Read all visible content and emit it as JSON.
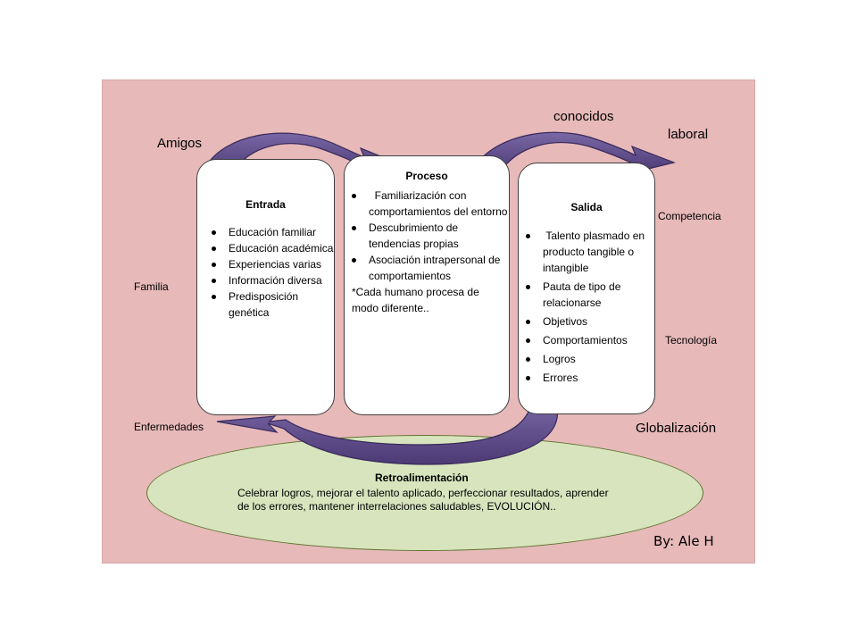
{
  "external_labels": {
    "amigos": "Amigos",
    "conocidos": "conocidos",
    "laboral": "laboral",
    "competencia": "Competencia",
    "familia": "Familia",
    "tecnologia": "Tecnología",
    "enfermedades": "Enfermedades",
    "globalizacion": "Globalización"
  },
  "entrada": {
    "title": "Entrada",
    "items": [
      "Educación familiar",
      "Educación académica",
      "Experiencias varias",
      "Información diversa",
      "Predisposición genética"
    ]
  },
  "proceso": {
    "title": "Proceso",
    "items": [
      "  Familiarización con comportamientos del entorno",
      "Descubrimiento de tendencias propias",
      "Asociación intrapersonal de comportamientos"
    ],
    "note": "*Cada humano procesa de modo diferente.."
  },
  "salida": {
    "title": "Salida",
    "items": [
      " Talento plasmado en producto tangible o intangible",
      "Pauta de tipo de relacionarse",
      "Objetivos",
      "Comportamientos",
      "Logros",
      "Errores"
    ]
  },
  "retroalimentacion": {
    "title": "Retroalimentación",
    "text": "Celebrar logros, mejorar el talento aplicado, perfeccionar resultados, aprender de los errores, mantener interrelaciones saludables, EVOLUCIÓN.."
  },
  "signature": "By: Ale H",
  "colors": {
    "background_panel": "#e7b9b9",
    "arrow": "#5f4a8b",
    "ellipse": "#d7e4bd"
  }
}
